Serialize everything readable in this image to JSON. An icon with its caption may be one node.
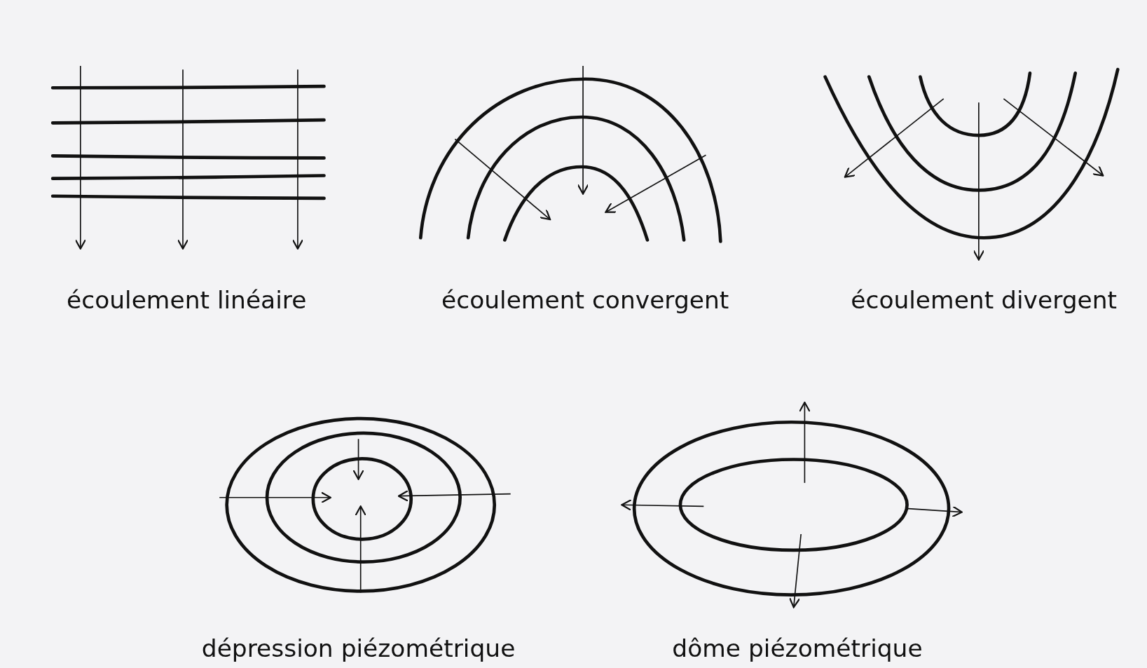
{
  "diagram": {
    "labels": [
      "écoulement linéaire",
      "écoulement convergent",
      "écoulement divergent",
      "dépression piézométrique",
      "dôme piézométrique"
    ]
  }
}
